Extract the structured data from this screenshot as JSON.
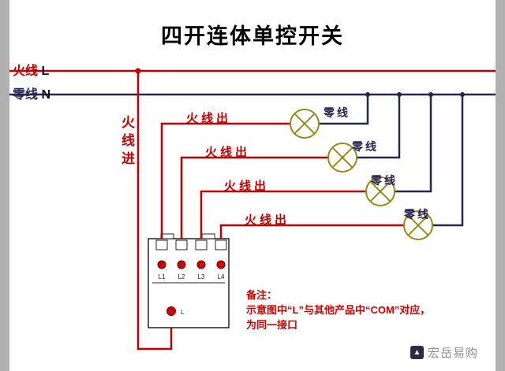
{
  "title": "四开连体单控开关",
  "wires": {
    "live_label": "火线",
    "live_letter": "L",
    "neutral_label": "零线",
    "neutral_letter": "N",
    "live_in": "火线进",
    "live_out": "火线出",
    "neutral_branch": "零线"
  },
  "switch_box": {
    "terminals": [
      "L1",
      "L2",
      "L3",
      "L4"
    ],
    "common": "L"
  },
  "notes": {
    "heading": "备注：",
    "line1": "示意图中“L”与其他产品中“COM”对应，",
    "line2": "为同一接口"
  },
  "watermark": "宏岳易购",
  "colors": {
    "live_wire": "#c00000",
    "neutral_wire": "#26264f",
    "lamp": "#9a8a1a",
    "frame": "#b0b0b0"
  }
}
